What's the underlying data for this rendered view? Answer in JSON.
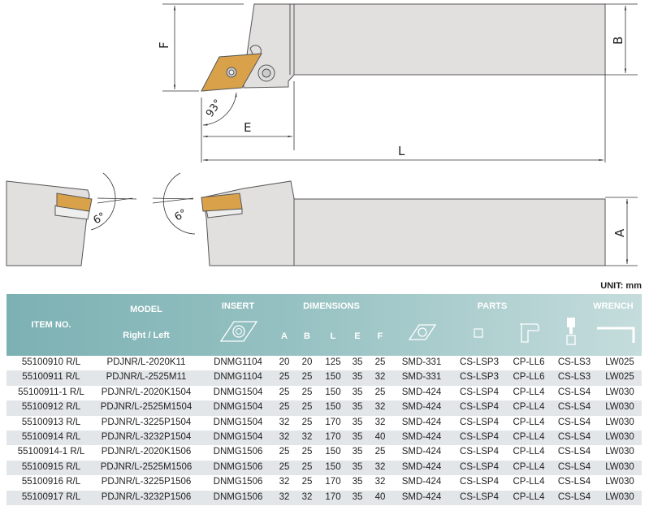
{
  "drawing": {
    "labels": {
      "F": "F",
      "B": "B",
      "E": "E",
      "L": "L",
      "A": "A",
      "angle_lead": "93°",
      "angle_rake_left": "6°",
      "angle_rake_right": "6°"
    },
    "colors": {
      "body": "#e2dfdf",
      "insert": "#d9a24a",
      "line": "#444444"
    }
  },
  "unit": "UNIT: mm",
  "table": {
    "headers": {
      "item_no": "ITEM NO.",
      "model": "MODEL",
      "model_sub": "Right / Left",
      "insert": "INSERT",
      "dimensions": "DIMENSIONS",
      "dims": [
        "A",
        "B",
        "L",
        "E",
        "F"
      ],
      "parts": "PARTS",
      "wrench": "WRENCH"
    },
    "header_icons": [
      "insert-icon",
      "shim-icon",
      "square-icon",
      "clamp-icon",
      "screw-icon",
      "hex-wrench-icon"
    ],
    "rows": [
      [
        "55100910 R/L",
        "PDJNR/L-2020K11",
        "DNMG1104",
        "20",
        "20",
        "125",
        "35",
        "25",
        "SMD-331",
        "CS-LSP3",
        "CP-LL6",
        "CS-LS3",
        "LW025"
      ],
      [
        "55100911 R/L",
        "PDJNR/L-2525M11",
        "DNMG1104",
        "25",
        "25",
        "150",
        "35",
        "32",
        "SMD-331",
        "CS-LSP3",
        "CP-LL6",
        "CS-LS3",
        "LW025"
      ],
      [
        "55100911-1 R/L",
        "PDJNR/L-2020K1504",
        "DNMG1504",
        "25",
        "25",
        "150",
        "35",
        "25",
        "SMD-424",
        "CS-LSP4",
        "CP-LL4",
        "CS-LS4",
        "LW030"
      ],
      [
        "55100912 R/L",
        "PDJNR/L-2525M1504",
        "DNMG1504",
        "25",
        "25",
        "150",
        "35",
        "32",
        "SMD-424",
        "CS-LSP4",
        "CP-LL4",
        "CS-LS4",
        "LW030"
      ],
      [
        "55100913 R/L",
        "PDJNR/L-3225P1504",
        "DNMG1504",
        "32",
        "25",
        "170",
        "35",
        "32",
        "SMD-424",
        "CS-LSP4",
        "CP-LL4",
        "CS-LS4",
        "LW030"
      ],
      [
        "55100914 R/L",
        "PDJNR/L-3232P1504",
        "DNMG1504",
        "32",
        "32",
        "170",
        "35",
        "40",
        "SMD-424",
        "CS-LSP4",
        "CP-LL4",
        "CS-LS4",
        "LW030"
      ],
      [
        "55100914-1 R/L",
        "PDJNR/L-2020K1506",
        "DNMG1506",
        "25",
        "25",
        "150",
        "35",
        "25",
        "SMD-424",
        "CS-LSP4",
        "CP-LL4",
        "CS-LS4",
        "LW030"
      ],
      [
        "55100915 R/L",
        "PDJNR/L-2525M1506",
        "DNMG1506",
        "25",
        "25",
        "150",
        "35",
        "32",
        "SMD-424",
        "CS-LSP4",
        "CP-LL4",
        "CS-LS4",
        "LW030"
      ],
      [
        "55100916 R/L",
        "PDJNR/L-3225P1506",
        "DNMG1506",
        "32",
        "25",
        "170",
        "35",
        "32",
        "SMD-424",
        "CS-LSP4",
        "CP-LL4",
        "CS-LS4",
        "LW030"
      ],
      [
        "55100917 R/L",
        "PDJNR/L-3232P1506",
        "DNMG1506",
        "32",
        "32",
        "170",
        "35",
        "40",
        "SMD-424",
        "CS-LSP4",
        "CP-LL4",
        "CS-LS4",
        "LW030"
      ]
    ]
  }
}
